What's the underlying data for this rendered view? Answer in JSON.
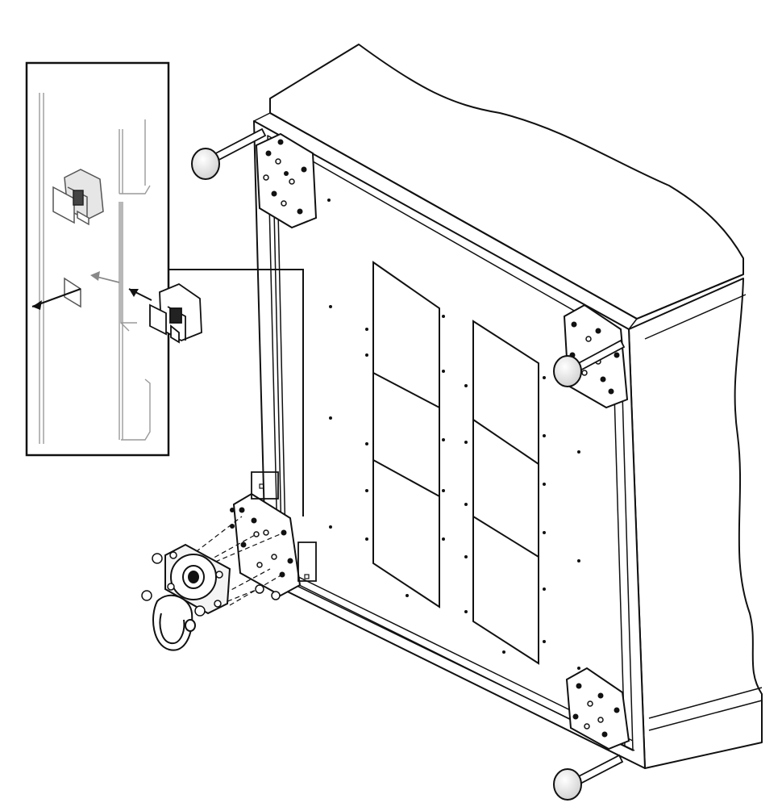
{
  "diagram": {
    "colors": {
      "ink": "#111111",
      "panel_fill": "#ffffff",
      "inset_line": "#555555",
      "inset_light": "#9a9a9a",
      "plate_fill": "#f4f4f4"
    },
    "parts": {
      "cabinet": "cabinet-rear-panel",
      "inset": "detail-inset-clip",
      "caster": "caster-wheel-assembly",
      "leveling_feet": [
        "leveling-foot-top-left",
        "leveling-foot-mid-right",
        "leveling-foot-bottom-right"
      ],
      "mounting_plates": [
        "mounting-plate-top-left",
        "mounting-plate-mid-right",
        "mounting-plate-bottom-right",
        "mounting-plate-bottom-left"
      ]
    }
  }
}
